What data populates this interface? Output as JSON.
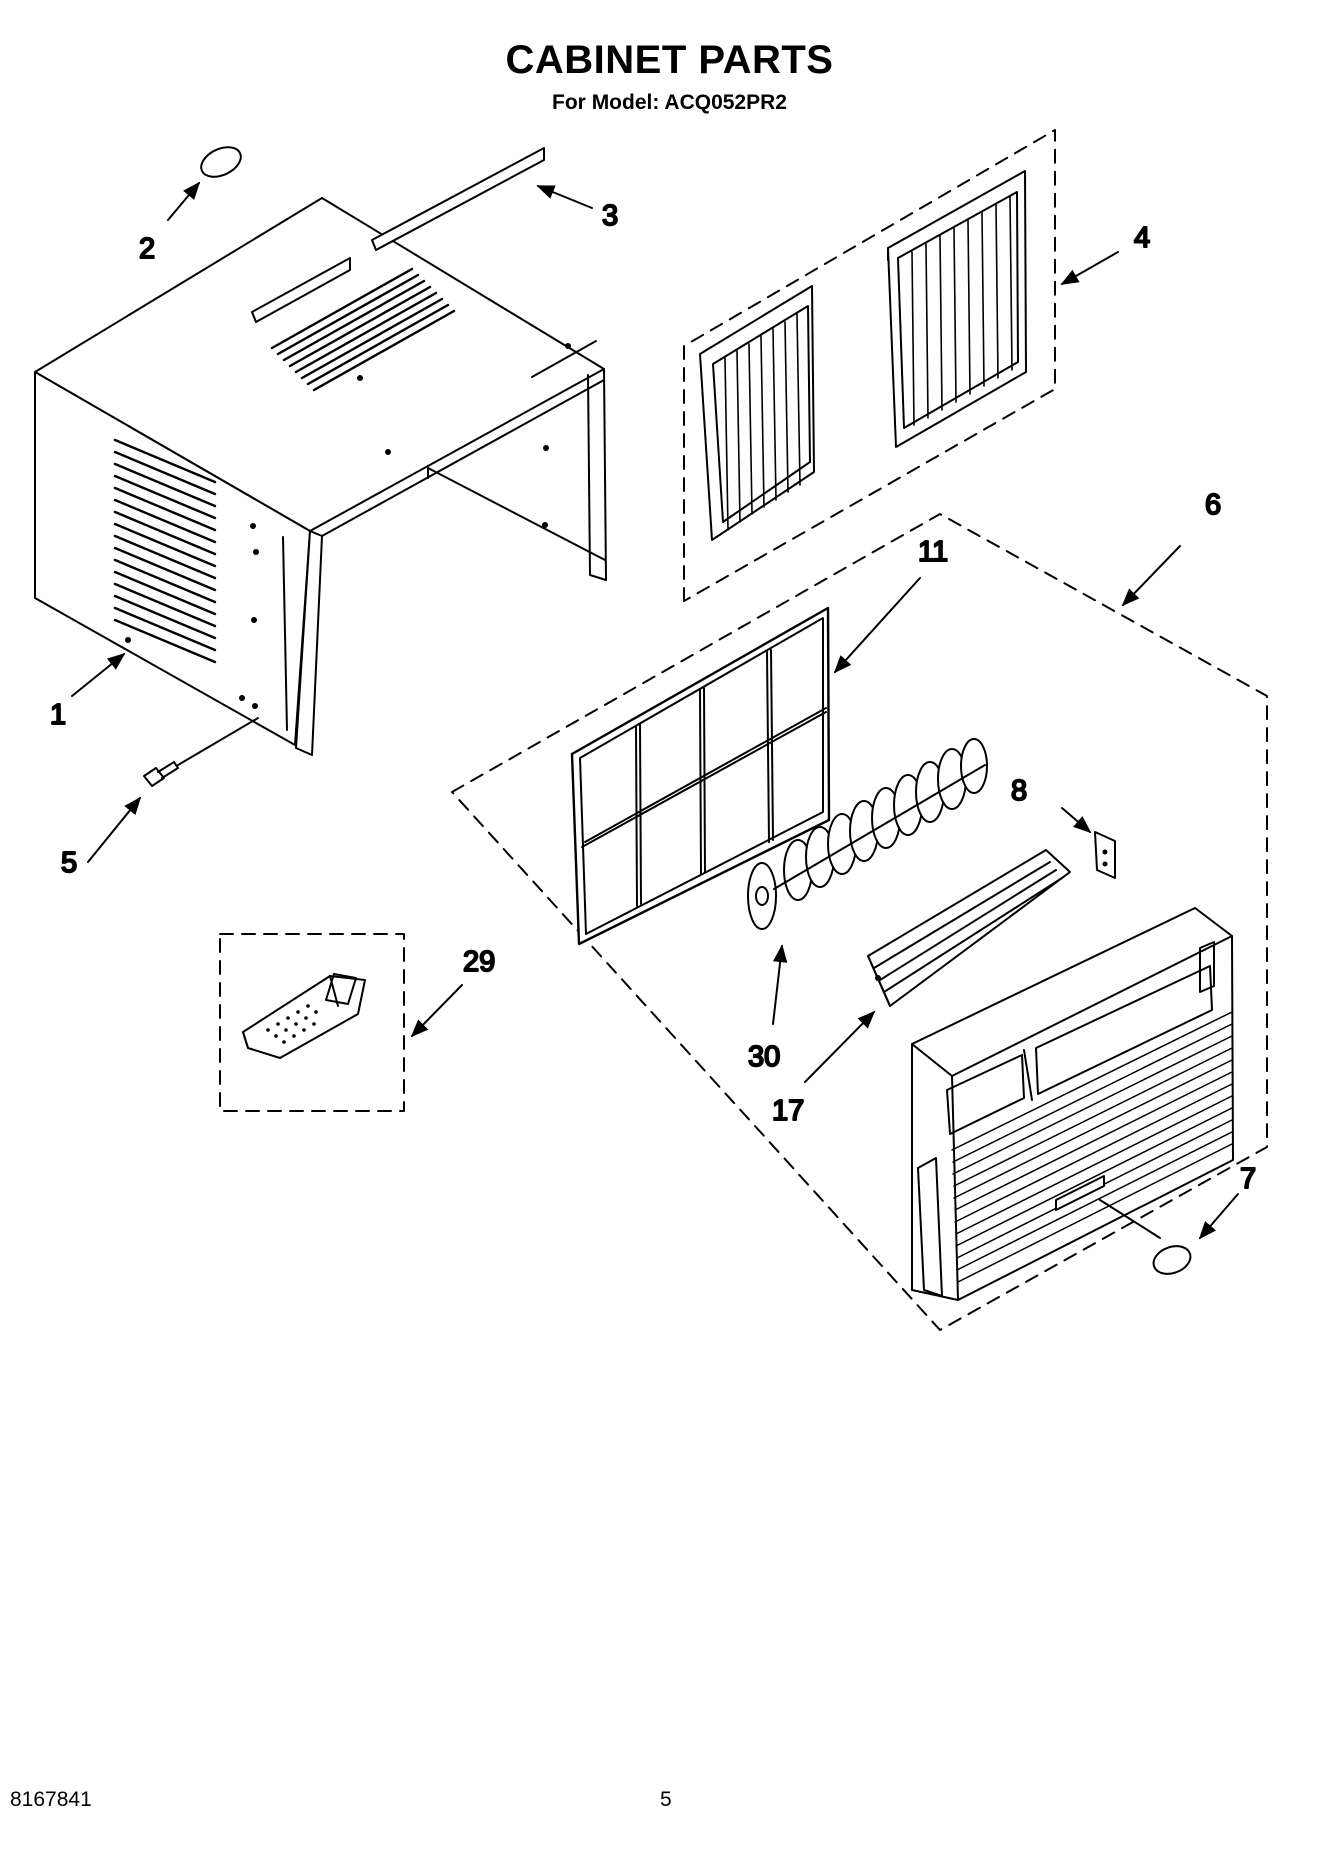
{
  "header": {
    "title": "CABINET PARTS",
    "subtitle": "For Model: ACQ052PR2"
  },
  "callouts": {
    "c1": "1",
    "c2": "2",
    "c3": "3",
    "c4": "4",
    "c5": "5",
    "c6": "6",
    "c7": "7",
    "c8": "8",
    "c11": "11",
    "c17": "17",
    "c29": "29",
    "c30": "30"
  },
  "footer": {
    "doc_number": "8167841",
    "page_number": "5"
  }
}
